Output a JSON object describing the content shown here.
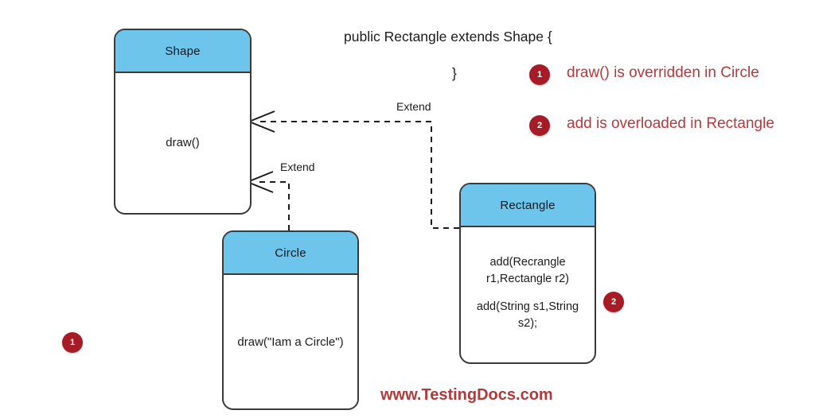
{
  "diagram": {
    "title": "Java inheritance and overloading UML diagram",
    "colors": {
      "class_header": "#6dc5ec",
      "class_border": "#3a3a3a",
      "badge": "#a61c26",
      "legend_text": "#b8383c",
      "url_text": "#b03a3c"
    },
    "classes": [
      {
        "id": "shape",
        "name": "Shape",
        "members": [
          "draw()"
        ]
      },
      {
        "id": "circle",
        "name": "Circle",
        "members": [
          "draw(\"Iam a Circle\")"
        ]
      },
      {
        "id": "rectangle",
        "name": "Rectangle",
        "members": [
          "add(Recrangle\nr1,Rectangle r2)",
          "add(String s1,String s2);"
        ]
      }
    ],
    "relations": [
      {
        "id": "rect-to-shape",
        "label": "Extend",
        "from": "rectangle",
        "to": "shape"
      },
      {
        "id": "circle-to-shape",
        "label": "Extend",
        "from": "circle",
        "to": "shape"
      }
    ],
    "code": {
      "line1": "public Rectangle extends Shape {",
      "line2": "}"
    },
    "legend": [
      {
        "number": "1",
        "text": "draw() is overridden in Circle"
      },
      {
        "number": "2",
        "text": "add is overloaded in Rectangle"
      }
    ],
    "markers": [
      {
        "id": "marker-1",
        "number": "1"
      },
      {
        "id": "marker-2",
        "number": "2"
      }
    ],
    "footer": {
      "url": "www.TestingDocs.com"
    }
  }
}
